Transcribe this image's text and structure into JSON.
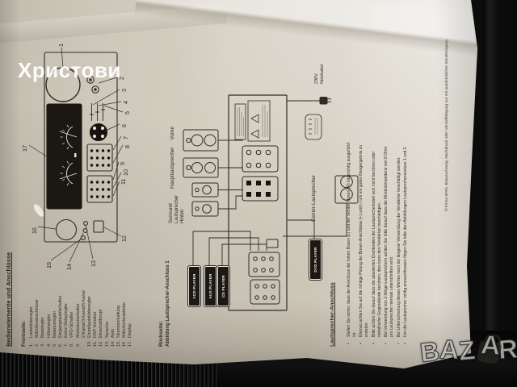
{
  "watermarks": {
    "seller": "Христови",
    "bazar_b": "B",
    "bazar_a1": "A",
    "bazar_z": "Z",
    "bazar_a2": "A",
    "bazar_r": "R"
  },
  "manual": {
    "title": "Bedienelemente und Anschlüsse",
    "front_heading": "Frontseite:",
    "front_items": [
      {
        "n": "1.",
        "t": "Lautstärkeregler"
      },
      {
        "n": "2.",
        "t": "Mikrofonanschlüsse"
      },
      {
        "n": "3.",
        "t": "Bassregler"
      },
      {
        "n": "4.",
        "t": "Höhenregler"
      },
      {
        "n": "5.",
        "t": "Balanceregler"
      },
      {
        "n": "6.",
        "t": "Eingangswahlschalter"
      },
      {
        "n": "7.",
        "t": "Echo/ Delayregler"
      },
      {
        "n": "8.",
        "t": "VFD-Schalter"
      },
      {
        "n": "9.",
        "t": "Modusumschalter"
      },
      {
        "n": "",
        "t": "2-Kanal/3-Kanal/5-Kanal"
      },
      {
        "n": "10.",
        "t": "Einzellautstärkeregler"
      },
      {
        "n": "11.",
        "t": "DSP-Schalter"
      },
      {
        "n": "12.",
        "t": "Einschaltknopf"
      },
      {
        "n": "13.",
        "t": "Sprache"
      },
      {
        "n": "14.",
        "t": "Auto"
      },
      {
        "n": "15.",
        "t": "Stummschaltung"
      },
      {
        "n": "16.",
        "t": "Mikrofonlautstärke"
      },
      {
        "n": "17.",
        "t": "Display"
      }
    ],
    "rear_heading": "Rückseite:",
    "rear_caption": "Abbildung Lautsprecher-Anschluss 1",
    "callouts": [
      "1",
      "2",
      "3",
      "4",
      "5",
      "6",
      "7",
      "8",
      "9",
      "10",
      "11",
      "12",
      "13",
      "14",
      "15",
      "16",
      "17"
    ],
    "diagram_labels": {
      "main_speakers": "Hauptlautsprecher",
      "front_pos": "Vorne",
      "surround_1": "Surround",
      "surround_2": "Lautsprecher",
      "surround_3": "Hinten",
      "center": "Center-Lautsprecher",
      "power_1": "230V",
      "power_2": "Netzkabel",
      "dvd": "DVD PLAYER"
    },
    "players": [
      "VCD PLAYER",
      "AUX PLAYER",
      "CD PLAYER"
    ],
    "section2_heading": "Lautsprecher-Anschluss",
    "bullets": [
      "Stellen Sie sicher, dass der Anschluss der linken Boxen (L) und der rechten Boxen (R) folgerichtig ausgeführt ist.",
      "Ebenso achten Sie auf die richtige Polung der Boxen-Anschlüsse (+) und (-) um ein gutes Klangergebnis zu erzielen.",
      "Bitte achten Sie darauf dass die absolierten Drahtenden der Lautsprecherkabel sich nicht berühren oder metallische Gegenstände berühren, dies kann den Verstärker beschädigen.",
      "Bei Verwendung von 2-Wege-Lautsprechern achten Sie bitte darauf dass die Mindestimpedanz von 8 Ohm pro Lautsprecher niemals unterschritten wird.",
      "Bei Unterschreitung dieses Wertes kann bei längerer Verwendung der Verstärker beschädigt werden.",
      "Um die Lautsprecher richtig anzuschliessen folgen Sie bitte den Abbildungen Lautsprecheransluss 1 und 2."
    ],
    "copyright": "© Firma WXG, Braunschweig. Nachdruck oder Vervielfältigung  nur mit ausdrücklicher Genehmigung"
  },
  "colors": {
    "paper": "#d2ccc0",
    "ink": "#2b2823",
    "background": "#0b0b0b"
  }
}
